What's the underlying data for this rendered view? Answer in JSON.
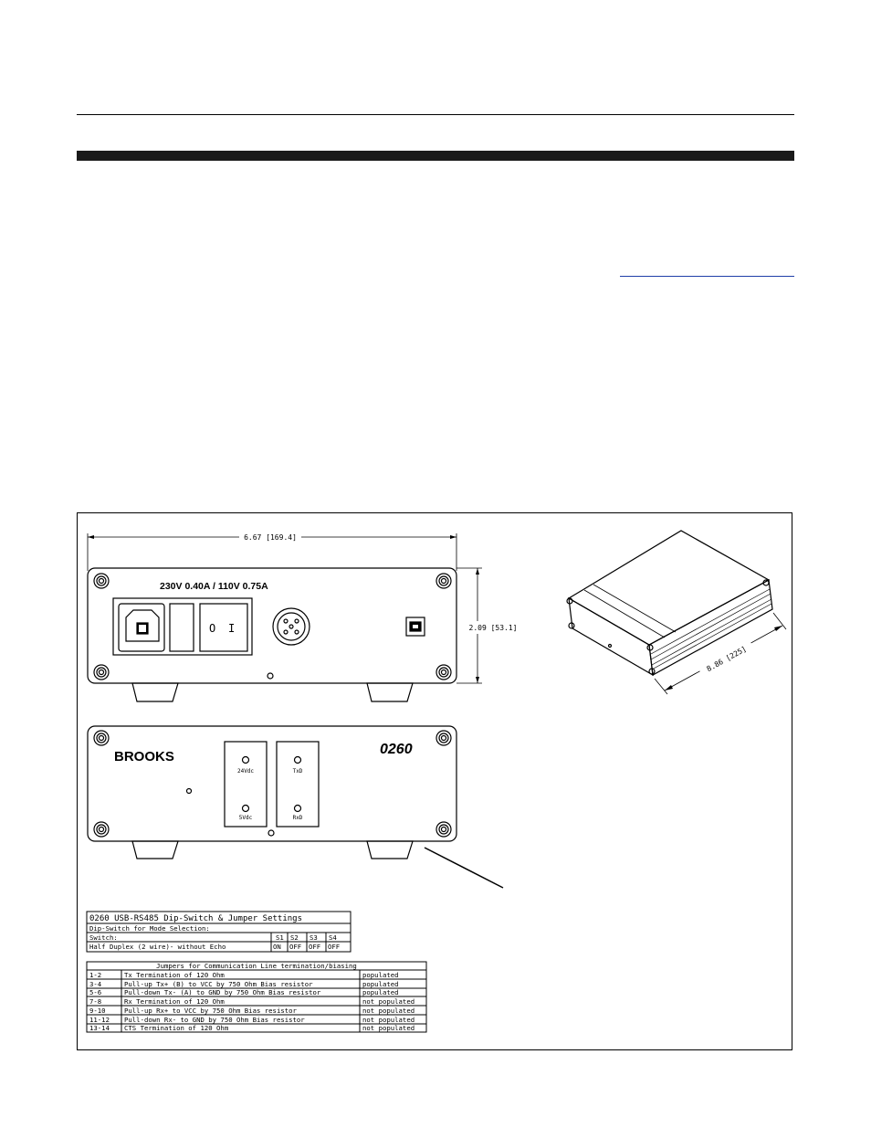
{
  "front_panel": {
    "dimension_width": "6.67 [169.4]",
    "dimension_height": "2.09 [53.1]",
    "power_rating": "230V  0.40A / 110V 0.75A",
    "switch_off_glyph": "O",
    "switch_on_glyph": "I"
  },
  "rear_panel": {
    "brand": "BROOKS",
    "model": "0260",
    "led_24v": "24Vdc",
    "led_5v": "5Vdc",
    "led_txd": "TxD",
    "led_rxd": "RxD"
  },
  "isometric": {
    "dimension_length": "8.86 [225]"
  },
  "dip_table": {
    "title": "0260 USB-RS485 Dip-Switch & Jumper Settings",
    "subtitle": "Dip-Switch for Mode Selection:",
    "header": [
      "Switch:",
      "S1",
      "S2",
      "S3",
      "S4"
    ],
    "row": [
      "Half Duplex (2 wire)- without Echo",
      "ON",
      "OFF",
      "OFF",
      "OFF"
    ]
  },
  "jumper_table": {
    "title": "Jumpers for Communication Line termination/biasing",
    "rows": [
      [
        "1-2",
        "Tx Termination of 120 Ohm",
        "populated"
      ],
      [
        "3-4",
        "Pull-up Tx+ (B) to VCC by 750 Ohm Bias resistor",
        "populated"
      ],
      [
        "5-6",
        "Pull-down Tx- (A) to GND by 750 Ohm Bias resistor",
        "populated"
      ],
      [
        "7-8",
        "Rx Termination of 120 Ohm",
        "not populated"
      ],
      [
        "9-10",
        "Pull-up Rx+ to VCC by 750 Ohm Bias resistor",
        "not populated"
      ],
      [
        "11-12",
        "Pull-down Rx- to GND by 750 Ohm Bias resistor",
        "not populated"
      ],
      [
        "13-14",
        "CTS Termination of 120 Ohm",
        "not populated"
      ]
    ]
  }
}
